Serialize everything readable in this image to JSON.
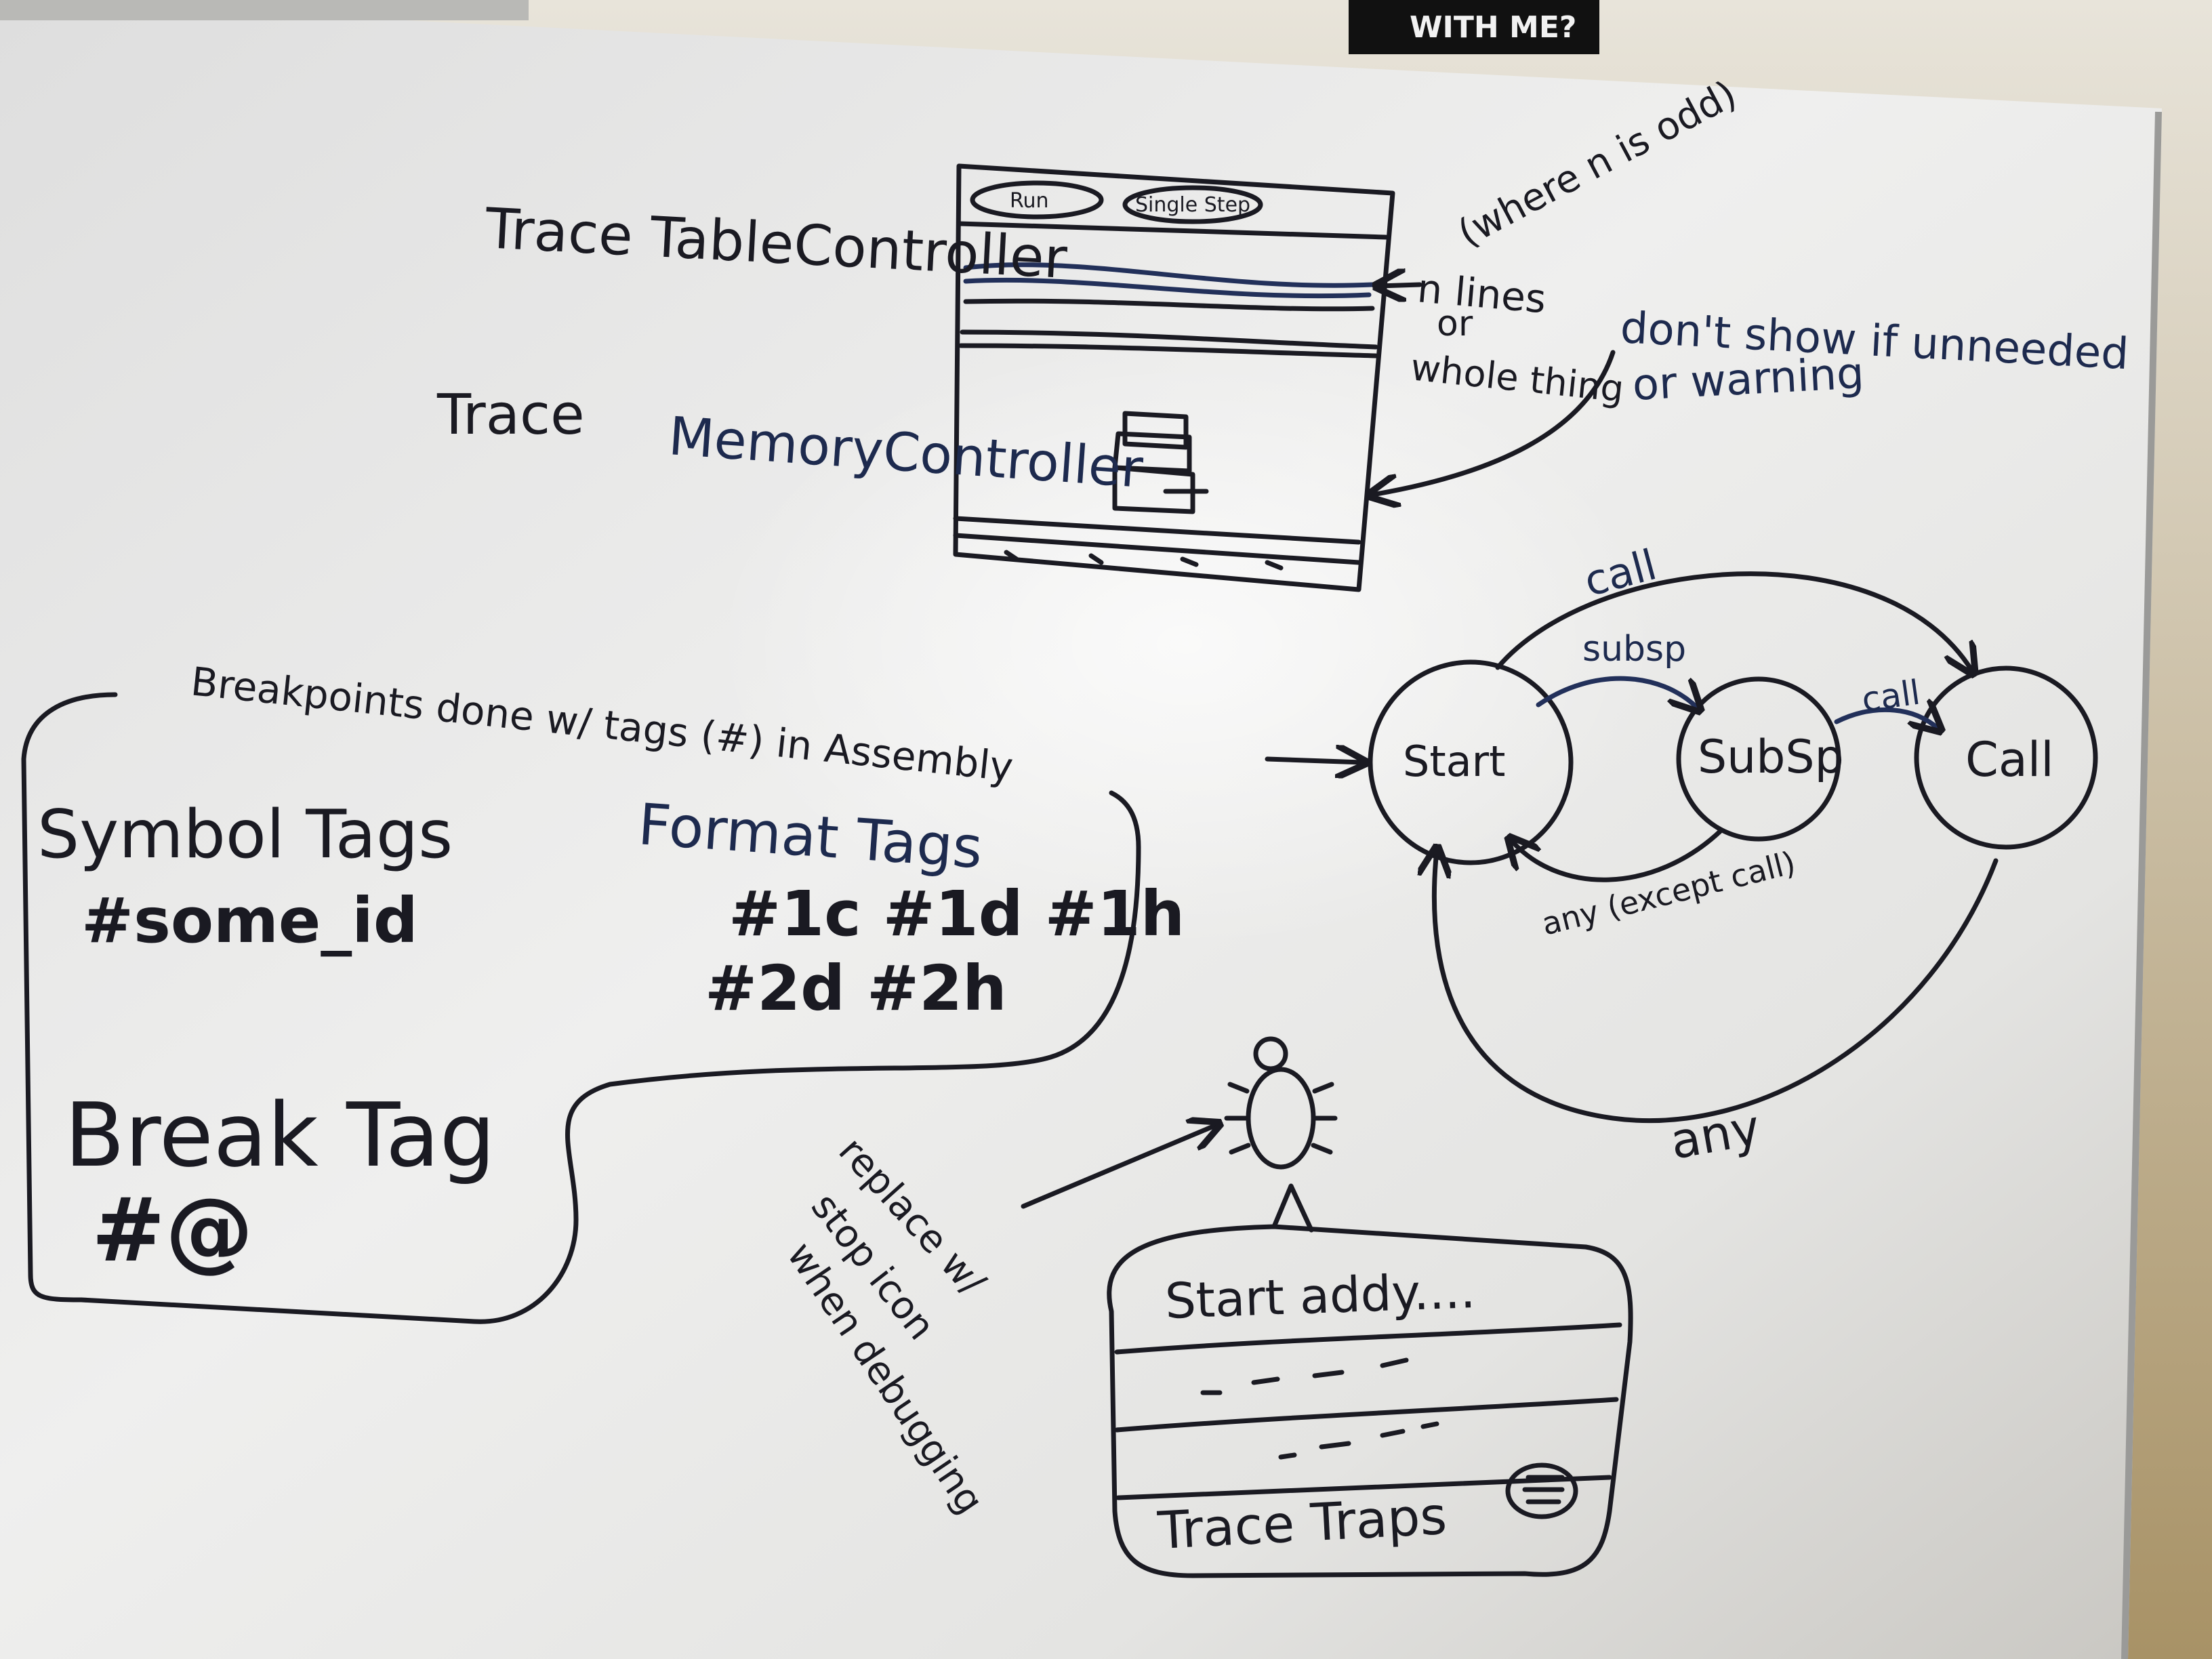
{
  "poster": {
    "text": "WITH ME?"
  },
  "mockup": {
    "toolbar_buttons": [
      "Run",
      "Single Step"
    ],
    "label_table": "Trace TableController",
    "label_memory": "Trace",
    "label_memory2": "MemoryController",
    "note_lines": [
      "n lines",
      "or",
      "whole thing"
    ],
    "note_odd": "(where n is odd)",
    "note_show": [
      "don't show if unneeded",
      "or warning"
    ]
  },
  "tags": {
    "heading": "Breakpoints done w/ tags (#) in Assembly",
    "symbol_title": "Symbol Tags",
    "symbol_example": "#some_id",
    "format_title": "Format Tags",
    "format_line1": "#1c #1d #1h",
    "format_line2": "#2d #2h",
    "break_title": "Break Tag",
    "break_example": "#@"
  },
  "state_machine": {
    "states": [
      "Start",
      "SubSp",
      "Call"
    ],
    "edges": [
      "call",
      "subsp",
      "call",
      "any (except call)",
      "any"
    ]
  },
  "debug_note": {
    "text": [
      "replace w/",
      "stop icon",
      "when debugging"
    ]
  },
  "popup": {
    "first_row": "Start addy....",
    "footer": "Trace Traps"
  }
}
